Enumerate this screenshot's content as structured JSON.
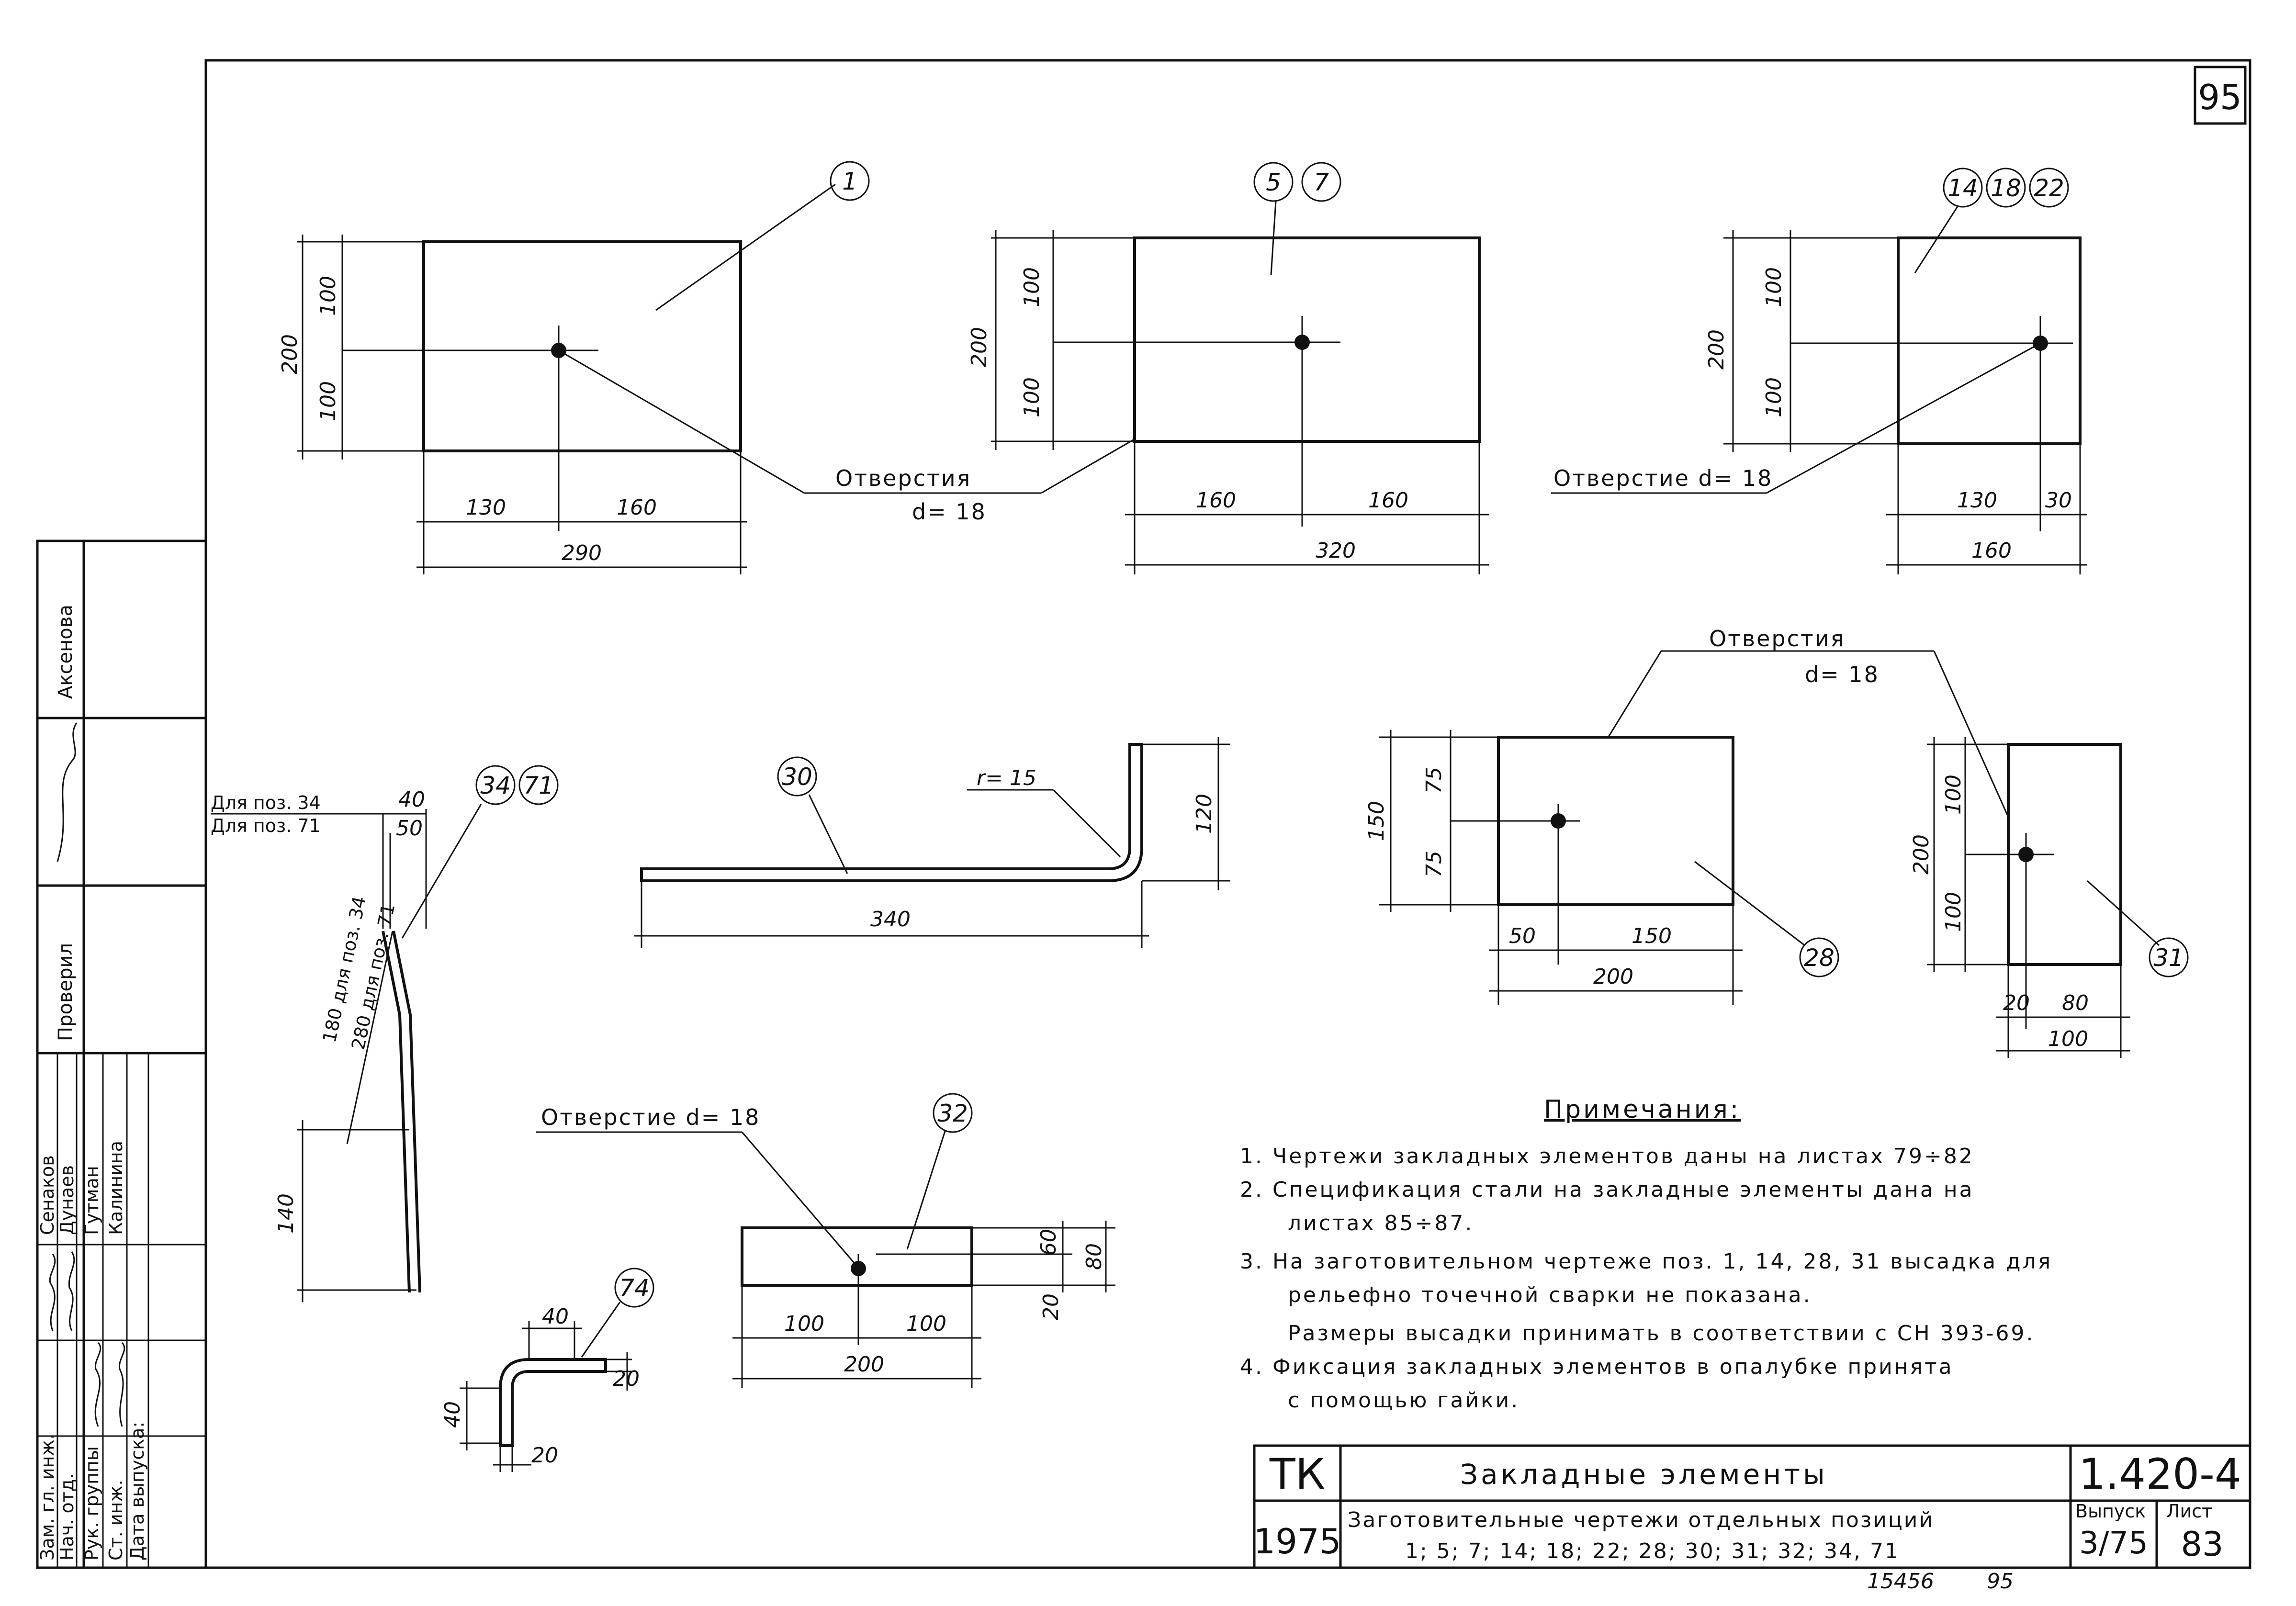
{
  "sheet_number": "95",
  "drawings": {
    "plate_1": {
      "position": "1",
      "dims": [
        "200",
        "100",
        "100",
        "130",
        "160",
        "290"
      ]
    },
    "plate_5_7": {
      "positions": [
        "5",
        "7"
      ],
      "dims": [
        "200",
        "100",
        "100",
        "160",
        "160",
        "320"
      ]
    },
    "plate_14_18_22": {
      "positions": [
        "14",
        "18",
        "22"
      ],
      "dims": [
        "200",
        "100",
        "100",
        "130",
        "30",
        "160"
      ]
    },
    "holes_top_label": "Отверстия",
    "holes_top_d": "d= 18",
    "hole_14_label": "Отверстие d= 18",
    "bar_34_71": {
      "positions": [
        "34",
        "71"
      ],
      "for_34": "Для поз. 34",
      "for_71": "Для поз. 71",
      "dims": [
        "40",
        "50",
        "140"
      ],
      "len_34": "180 для поз. 34",
      "len_71": "280 для поз. 71"
    },
    "bar_30": {
      "position": "30",
      "radius": "r= 15",
      "dims": [
        "340",
        "120"
      ]
    },
    "holes_mid_label": "Отверстия",
    "holes_mid_d": "d= 18",
    "plate_28": {
      "position": "28",
      "dims": [
        "150",
        "75",
        "75",
        "50",
        "150",
        "200"
      ]
    },
    "plate_31": {
      "position": "31",
      "dims": [
        "200",
        "100",
        "100",
        "20",
        "80",
        "100"
      ]
    },
    "plate_32": {
      "position": "32",
      "hole_label": "Отверстие d= 18",
      "dims": [
        "60",
        "80",
        "20",
        "100",
        "100",
        "200"
      ]
    },
    "bar_74": {
      "position": "74",
      "dims": [
        "40",
        "20",
        "40",
        "20"
      ]
    }
  },
  "notes": {
    "title": "Примечания:",
    "items": [
      "1. Чертежи закладных элементов даны на листах 79÷82",
      "2. Спецификация стали на закладные элементы дана на",
      "листах 85÷87.",
      "3. На заготовительном чертеже поз. 1, 14, 28, 31 высадка для",
      "рельефно точечной сварки не показана.",
      "Размеры высадки принимать в соответствии с СН 393-69.",
      "4. Фиксация закладных элементов в опалубке принята",
      "с помощью гайки."
    ]
  },
  "title_block": {
    "org": "ТК",
    "year": "1975",
    "title": "Закладные элементы",
    "subtitle_1": "Заготовительные чертежи отдельных позиций",
    "subtitle_2": "1; 5; 7; 14; 18; 22; 28; 30; 31; 32; 34, 71",
    "code": "1.420-4",
    "issue_label": "Выпуск",
    "issue": "3/75",
    "sheet_label": "Лист",
    "sheet": "83"
  },
  "footer": {
    "inventory": "15456",
    "page": "95"
  },
  "stamp": {
    "accepted": "Аксенова",
    "checked": "Проверил",
    "roles": [
      "Зам. гл. инж.",
      "Нач. отд.",
      "Рук. группы",
      "Ст. инж.",
      "Дата выпуска:"
    ],
    "names": [
      "Сенаков",
      "Дунаев",
      "Гутман",
      "Калинина"
    ]
  }
}
